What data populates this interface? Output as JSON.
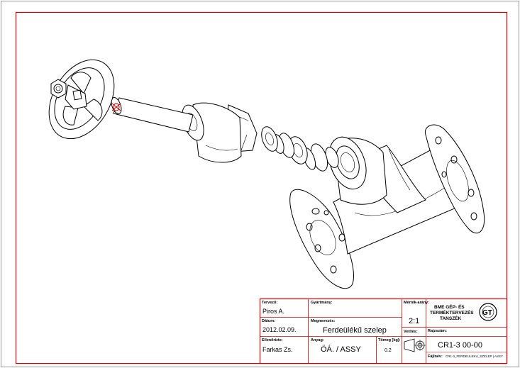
{
  "titleblock": {
    "drawn_label": "Tervező:",
    "drawn_value": "Piros A.",
    "date_label": "Dátum:",
    "date_value": "2012.02.09.",
    "checked_label": "Ellenőrizte:",
    "checked_value": "Farkas Zs.",
    "comment_label": "Gyártmány:",
    "name_label": "Megnevezés:",
    "name_value": "Ferdeülékű szelep",
    "material_label": "Anyag:",
    "material_value": "ÖÁ. / ASSY",
    "mass_label": "Tömeg [kg]:",
    "mass_value": "0.2",
    "scale_label": "Mérték-arány:",
    "scale_value": "2:1",
    "projection_label": "Vetítés:",
    "org_line1": "BME GÉP- ÉS",
    "org_line2": "TERMÉKTERVEZÉS",
    "org_line3": "TANSZÉK",
    "logo_text": "GT",
    "drawing_no_label": "Rajzszám:",
    "drawing_no_value": "CR1-3 00-00",
    "file_label": "Fájlnév:",
    "file_value": "CR1-3_FERDEULEKU_SZELEP | ASSY"
  }
}
